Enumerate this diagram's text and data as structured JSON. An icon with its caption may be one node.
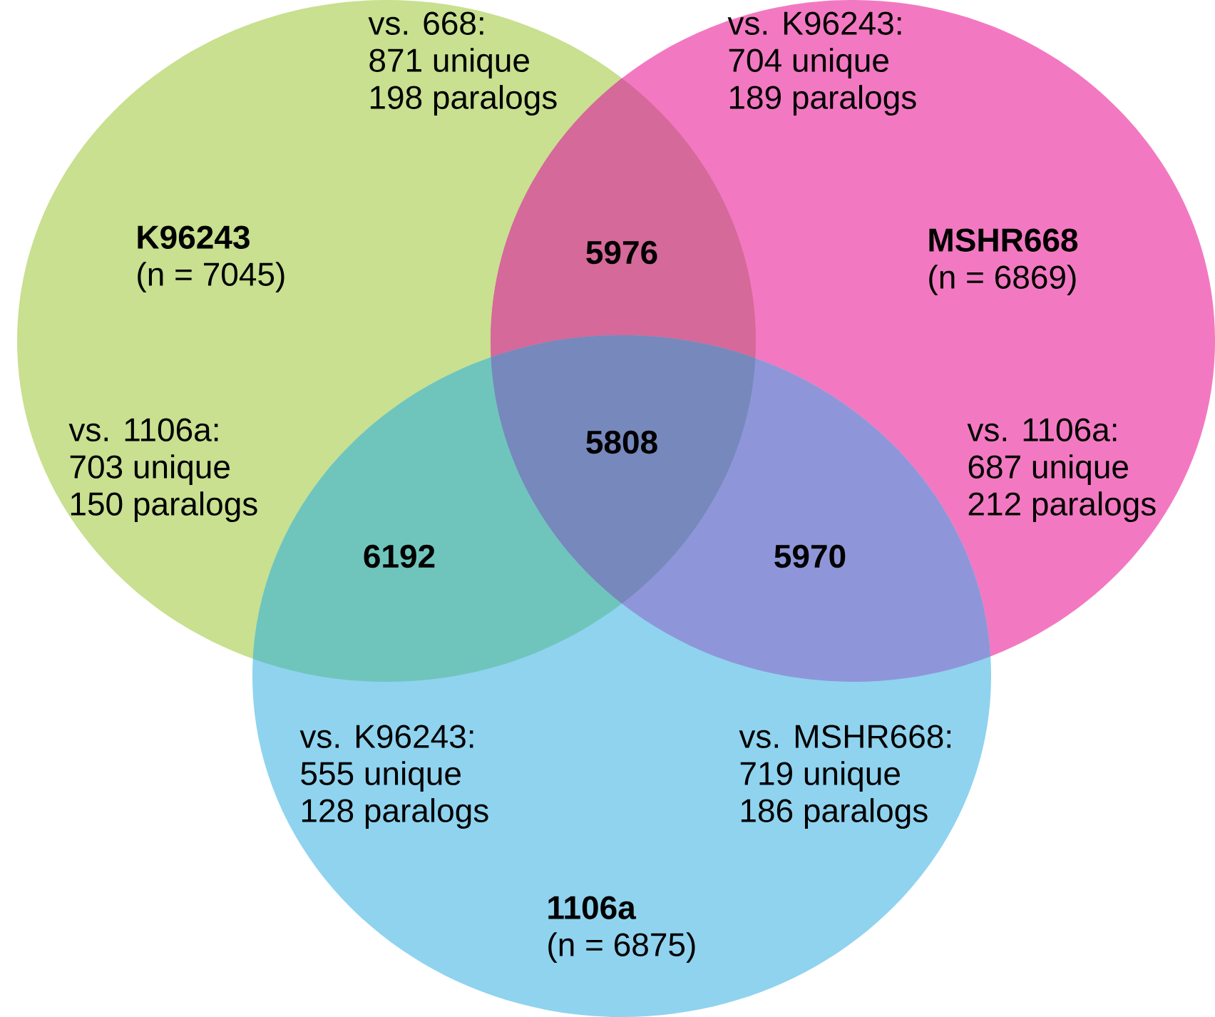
{
  "diagram": {
    "nodes": [
      {
        "text": [
          "K96243",
          "(n = 7045)"
        ]
      },
      {
        "text": [
          "MSHR668",
          "(n = 6869)"
        ]
      },
      {
        "text": [
          "1106a",
          "(n = 6875)"
        ]
      }
    ],
    "labels": [
      "vs. 668: 871 unique 198 paralogs",
      "vs. K96243: 704 unique 189 paralogs",
      "5976",
      "vs. 1106a: 703 unique 150 paralogs",
      "5808",
      "vs. 1106a: 687 unique 212 paralogs",
      "6192",
      "5970",
      "vs. K96243: 555 unique 128 paralogs",
      "vs. MSHR668: 719 unique 186 paralogs"
    ]
  }
}
